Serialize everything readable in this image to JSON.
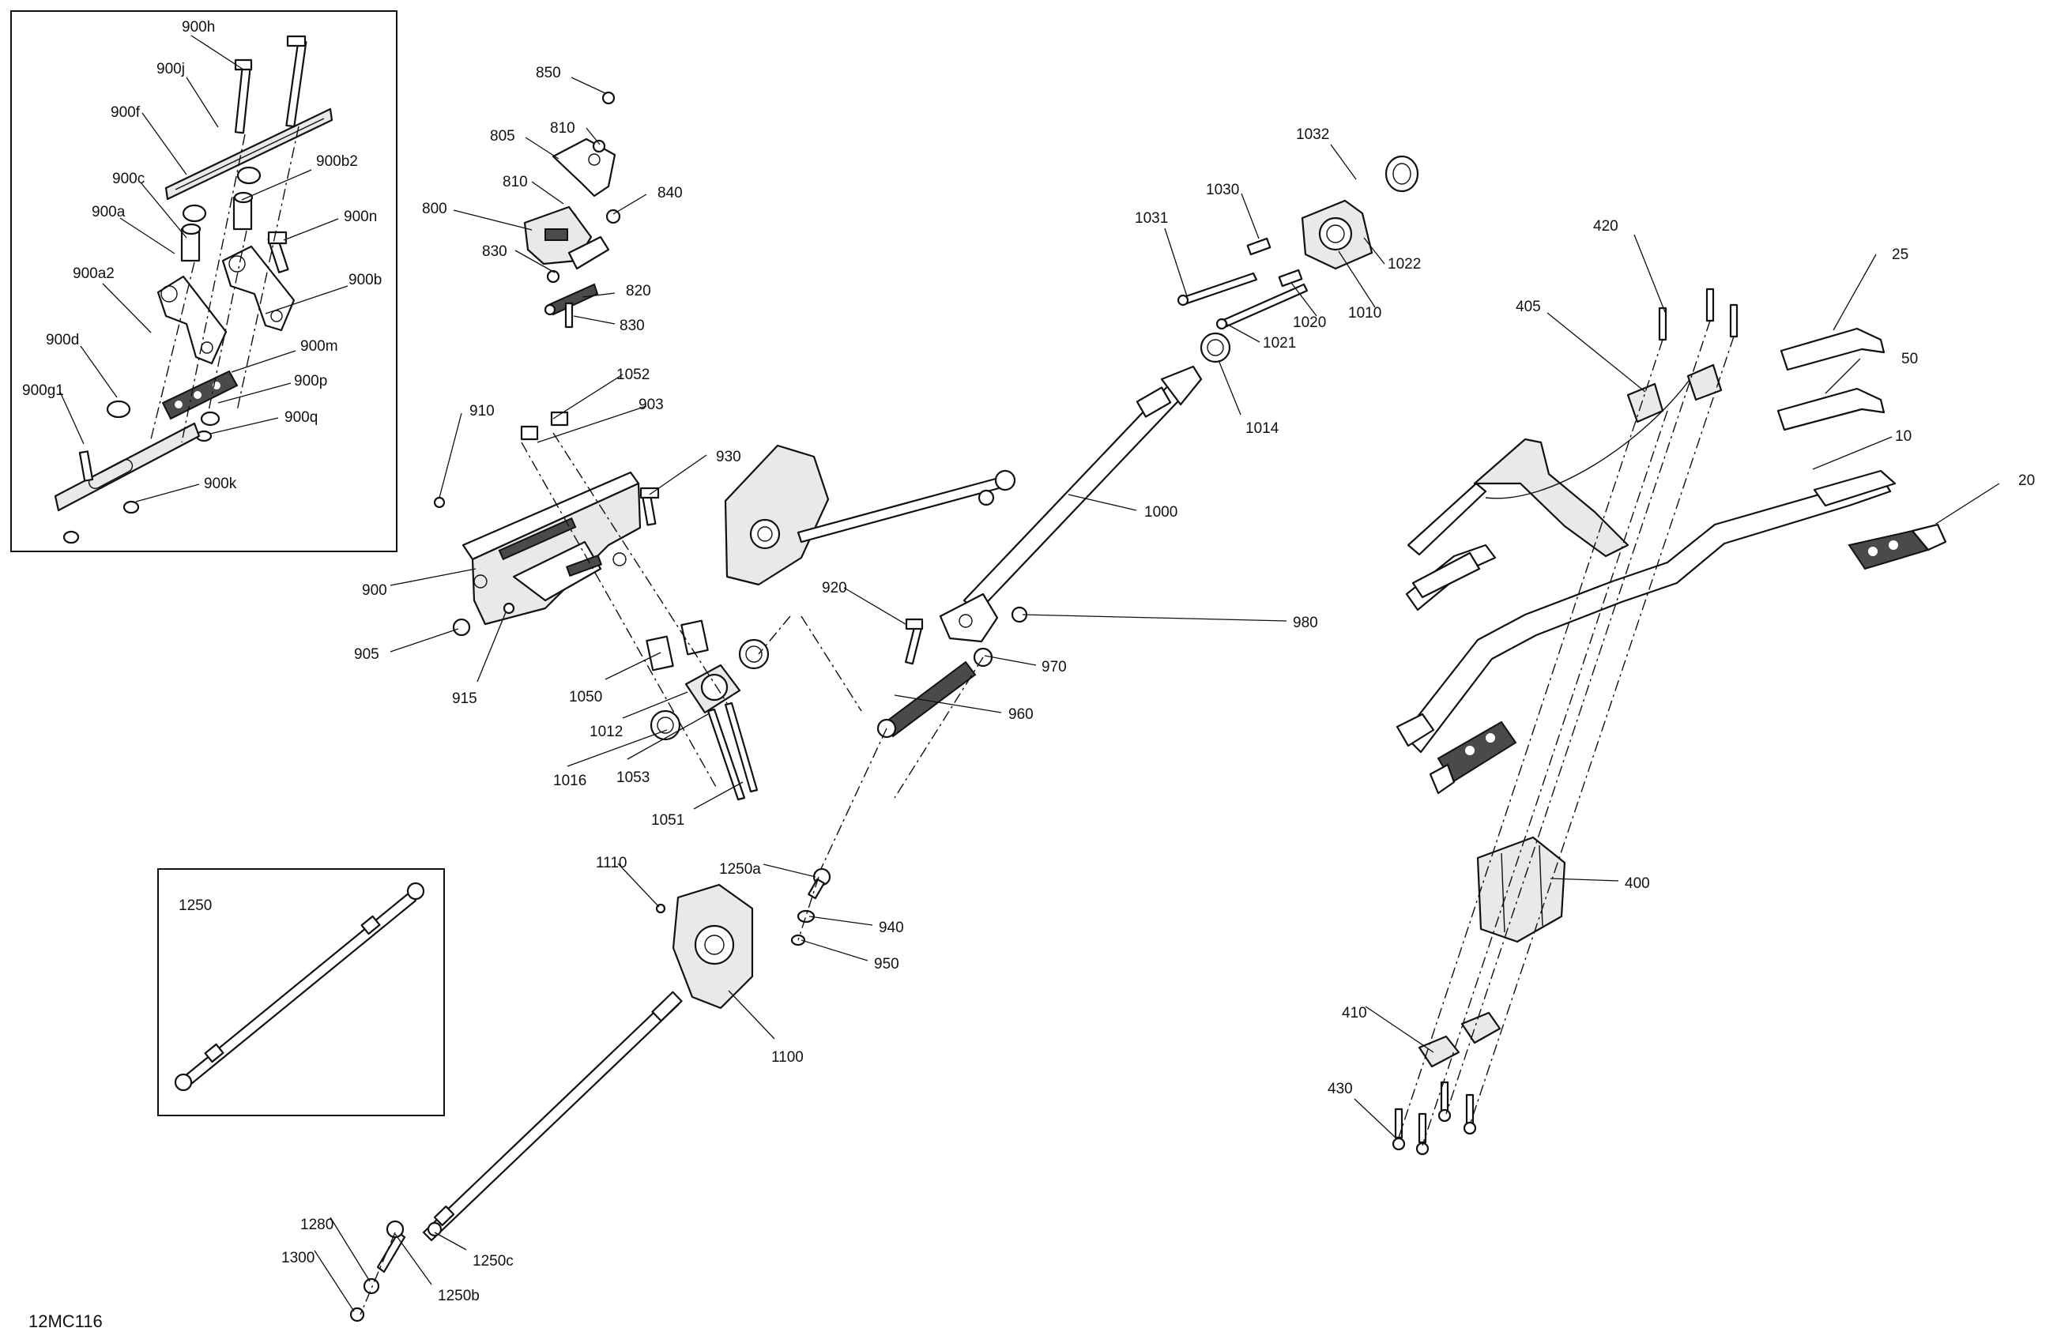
{
  "figure_id": "12MC116",
  "inset_labels": [
    "1250"
  ],
  "callouts": [
    "900h",
    "900j",
    "900f",
    "900c",
    "900b2",
    "900a",
    "900n",
    "900a2",
    "900b",
    "900d",
    "900m",
    "900g1",
    "900p",
    "900q",
    "900k",
    "850",
    "810",
    "805",
    "810",
    "840",
    "800",
    "830",
    "820",
    "830",
    "1032",
    "1030",
    "1031",
    "1022",
    "1010",
    "1020",
    "1021",
    "1014",
    "420",
    "25",
    "405",
    "50",
    "10",
    "20",
    "910",
    "1052",
    "903",
    "930",
    "1000",
    "900",
    "920",
    "980",
    "905",
    "915",
    "970",
    "1050",
    "960",
    "1012",
    "1016",
    "1053",
    "1051",
    "1110",
    "1250a",
    "940",
    "950",
    "1100",
    "400",
    "410",
    "430",
    "1280",
    "1300",
    "1250c",
    "1250b"
  ]
}
